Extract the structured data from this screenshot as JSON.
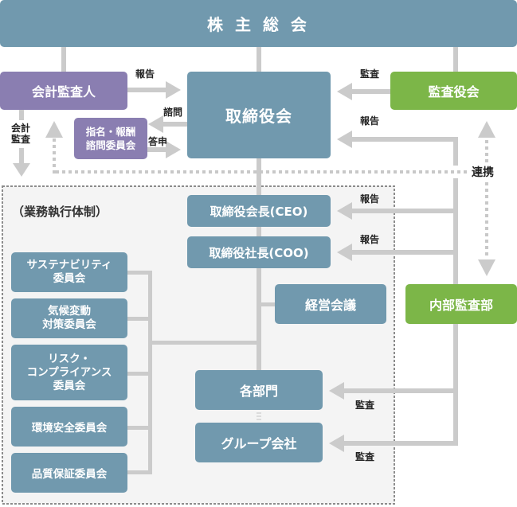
{
  "shareholders_meeting": {
    "label": "株 主 総 会"
  },
  "accounting_auditor": {
    "label": "会計監査人"
  },
  "board_of_directors": {
    "label": "取締役会"
  },
  "audit_board": {
    "label": "監査役会"
  },
  "nomination_compensation_committee": {
    "lines": [
      "指名・報酬",
      "諮問委員会"
    ]
  },
  "execution_section": {
    "label": "（業務執行体制）"
  },
  "ceo": {
    "label": "取締役会長(CEO)"
  },
  "coo": {
    "label": "取締役社長(COO)"
  },
  "management_meeting": {
    "label": "経営会議"
  },
  "internal_audit": {
    "label": "内部監査部"
  },
  "departments": {
    "label": "各部門"
  },
  "group_companies": {
    "label": "グループ会社"
  },
  "committees": [
    {
      "lines": [
        "サステナビリティ",
        "委員会"
      ]
    },
    {
      "lines": [
        "気候変動",
        "対策委員会"
      ]
    },
    {
      "lines": [
        "リスク・",
        "コンプライアンス",
        "委員会"
      ]
    },
    {
      "lines": [
        "環境安全委員会"
      ]
    },
    {
      "lines": [
        "品質保証委員会"
      ]
    }
  ],
  "relations": {
    "auditor_to_board": "報告",
    "auditor_audit": [
      "会計",
      "監査"
    ],
    "board_consultation": "諮問",
    "committee_reply": "答申",
    "audit_board_audit": "監査",
    "internal_to_board": "報告",
    "internal_to_ceo": "報告",
    "internal_to_coo": "報告",
    "coordination": "連携",
    "internal_to_departments": "監査",
    "internal_to_group": "監査"
  },
  "colors": {
    "governance_blue": "#7199ae",
    "auditor_purple": "#8a7eb1",
    "audit_green": "#7cb648",
    "connector_gray": "#cbcbcb",
    "execution_area_bg": "#f4f4f4"
  }
}
